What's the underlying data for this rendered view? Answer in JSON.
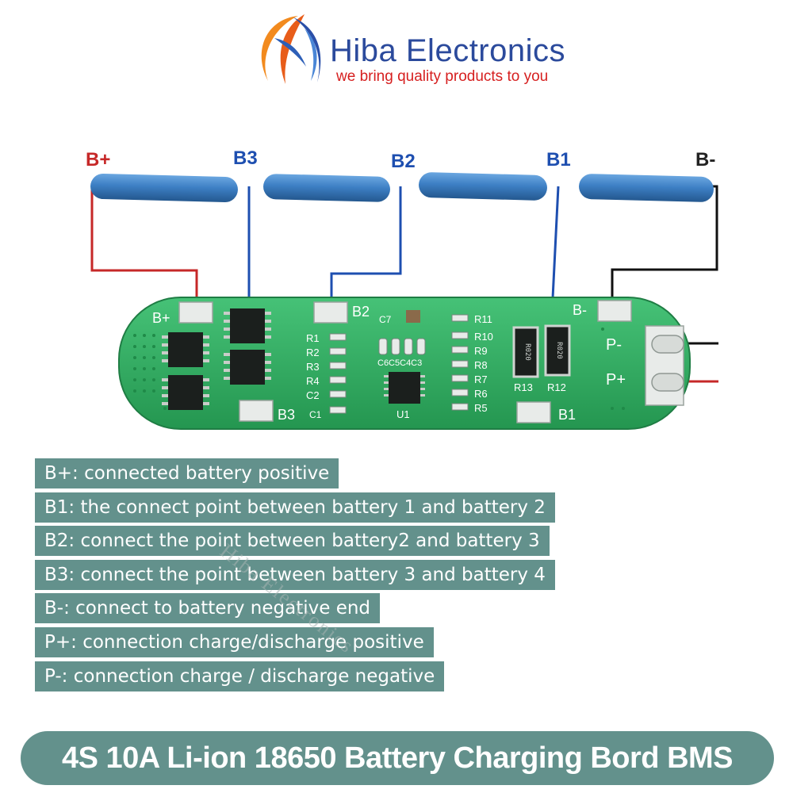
{
  "brand": {
    "name": "Hiba Electronics",
    "tagline": "we bring quality products to you"
  },
  "diagram": {
    "terminal_labels": {
      "b_plus": "B+",
      "b3": "B3",
      "b2": "B2",
      "b1": "B1",
      "b_minus": "B-"
    },
    "board_labels": {
      "b_plus": "B+",
      "b2": "B2",
      "b3": "B3",
      "b1": "B1",
      "b_minus": "B-",
      "p_minus": "P-",
      "p_plus": "P+",
      "r1": "R1",
      "r2": "R2",
      "r3": "R3",
      "r4": "R4",
      "c2": "C2",
      "c1": "C1",
      "c7": "C7",
      "c6c5c4c3": "C6C5C4C3",
      "u1": "U1",
      "r11": "R11",
      "r10": "R10",
      "r9": "R9",
      "r8": "R8",
      "r7": "R7",
      "r6": "R6",
      "r5": "R5",
      "r13": "R13",
      "r12": "R12",
      "shunt": "R020"
    },
    "colors": {
      "positive_wire": "#c62828",
      "balance_wire": "#1e4fb0",
      "negative_wire": "#111111",
      "pcb": "#2fae60",
      "battery": "#3d7fc4"
    }
  },
  "descriptions": [
    "B+: connected battery positive",
    "B1: the connect point between battery 1 and battery 2",
    "B2: connect the point between battery2 and battery 3",
    "B3: connect the point between battery 3 and battery 4",
    "B-: connect to battery negative end",
    "P+: connection charge/discharge positive",
    "P-: connection charge / discharge negative"
  ],
  "watermark": "Hiba Electronics",
  "footer_title": "4S 10A Li-ion 18650 Battery Charging Bord BMS",
  "accent_color": "#63918c"
}
